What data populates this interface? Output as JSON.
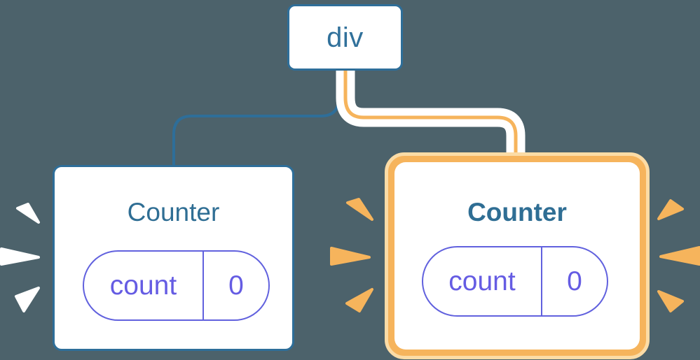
{
  "diagram": {
    "title_semantic": "react-state-render-tree",
    "background_color": "#4C626B",
    "root_node": {
      "label": "div"
    },
    "counters": [
      {
        "title": "Counter",
        "state": {
          "key": "count",
          "value": "0"
        },
        "highlighted": false
      },
      {
        "title": "Counter",
        "state": {
          "key": "count",
          "value": "0"
        },
        "highlighted": true
      }
    ],
    "connectors": [
      {
        "from": "div",
        "to": "counter-left",
        "color": "#2E6E99",
        "style": "thin"
      },
      {
        "from": "div",
        "to": "counter-right",
        "color": "#F6B45C",
        "style": "thick-white-outline"
      }
    ],
    "colors": {
      "blue_border": "#2E6E99",
      "blue_text": "#31719B",
      "title_text": "#2F6E94",
      "purple": "#6161DE",
      "purple_text": "#655CE3",
      "orange": "#F6B45C",
      "peach_halo": "#FCDCA6",
      "burst_white": "#FFFFFF"
    },
    "icons": {
      "left_bursts": "render-burst-white",
      "right_bursts": "render-burst-orange"
    }
  }
}
